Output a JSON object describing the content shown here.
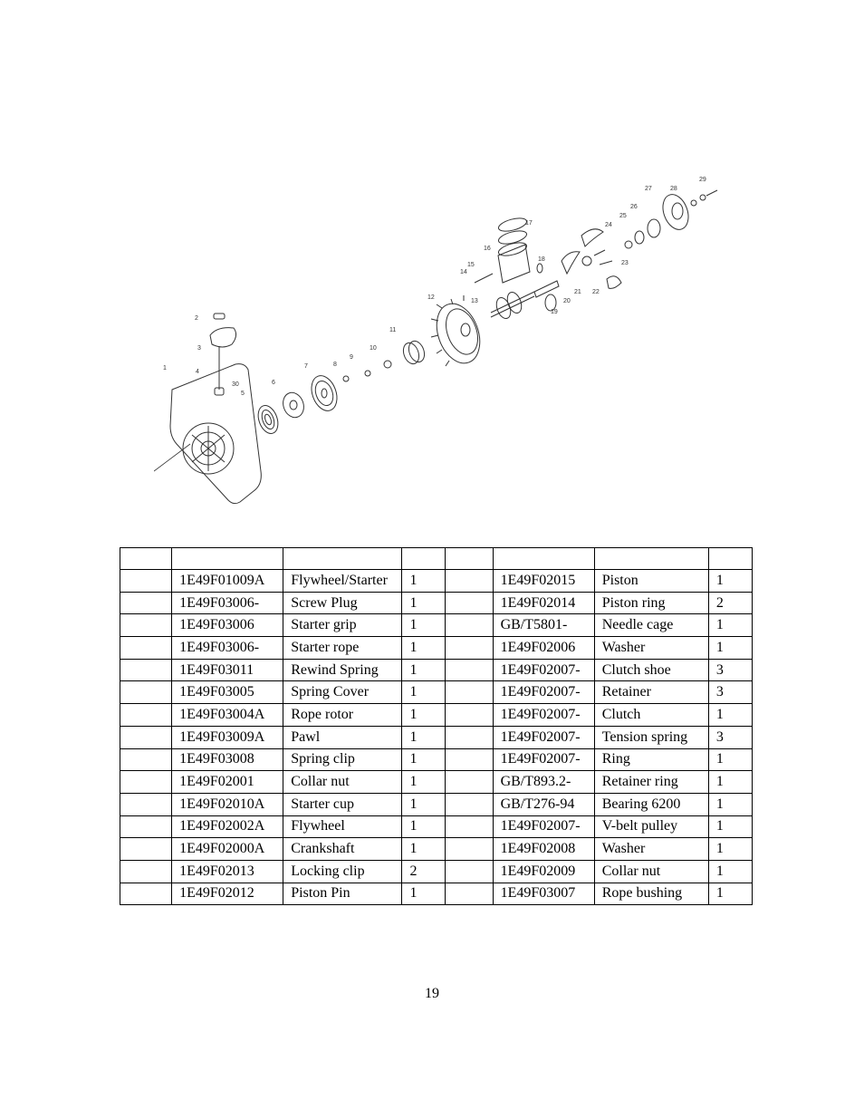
{
  "diagram": {
    "callouts": [
      "1",
      "2",
      "3",
      "4",
      "5",
      "6",
      "7",
      "8",
      "9",
      "10",
      "11",
      "12",
      "13",
      "14",
      "15",
      "16",
      "17",
      "18",
      "19",
      "20",
      "21",
      "22",
      "23",
      "24",
      "25",
      "26",
      "27",
      "28",
      "29",
      "30"
    ]
  },
  "table": {
    "header": [
      "",
      "",
      "",
      "",
      "",
      "",
      "",
      ""
    ],
    "rows": [
      [
        "",
        "1E49F01009A",
        "Flywheel/Starter",
        "1",
        "",
        "1E49F02015",
        "Piston",
        "1"
      ],
      [
        "",
        "1E49F03006-",
        "Screw Plug",
        "1",
        "",
        "1E49F02014",
        "Piston ring",
        "2"
      ],
      [
        "",
        "1E49F03006",
        "Starter grip",
        "1",
        "",
        "GB/T5801-",
        "Needle cage",
        "1"
      ],
      [
        "",
        "1E49F03006-",
        "Starter rope",
        "1",
        "",
        "1E49F02006",
        "Washer",
        "1"
      ],
      [
        "",
        "1E49F03011",
        "Rewind Spring",
        "1",
        "",
        "1E49F02007-",
        "Clutch shoe",
        "3"
      ],
      [
        "",
        "1E49F03005",
        "Spring Cover",
        "1",
        "",
        "1E49F02007-",
        "Retainer",
        "3"
      ],
      [
        "",
        "1E49F03004A",
        "Rope rotor",
        "1",
        "",
        "1E49F02007-",
        "Clutch",
        "1"
      ],
      [
        "",
        "1E49F03009A",
        "Pawl",
        "1",
        "",
        "1E49F02007-",
        "Tension spring",
        "3"
      ],
      [
        "",
        "1E49F03008",
        "Spring clip",
        "1",
        "",
        "1E49F02007-",
        "Ring",
        "1"
      ],
      [
        "",
        "1E49F02001",
        "Collar nut",
        "1",
        "",
        "GB/T893.2-",
        "Retainer ring",
        "1"
      ],
      [
        "",
        "1E49F02010A",
        "Starter cup",
        "1",
        "",
        "GB/T276-94",
        "Bearing 6200",
        "1"
      ],
      [
        "",
        "1E49F02002A",
        "Flywheel",
        "1",
        "",
        "1E49F02007-",
        "V-belt pulley",
        "1"
      ],
      [
        "",
        "1E49F02000A",
        "Crankshaft",
        "1",
        "",
        "1E49F02008",
        "Washer",
        "1"
      ],
      [
        "",
        "1E49F02013",
        "Locking clip",
        "2",
        "",
        "1E49F02009",
        "Collar nut",
        "1"
      ],
      [
        "",
        "1E49F02012",
        "Piston Pin",
        "1",
        "",
        "1E49F03007",
        "Rope bushing",
        "1"
      ]
    ]
  },
  "page_number": "19"
}
